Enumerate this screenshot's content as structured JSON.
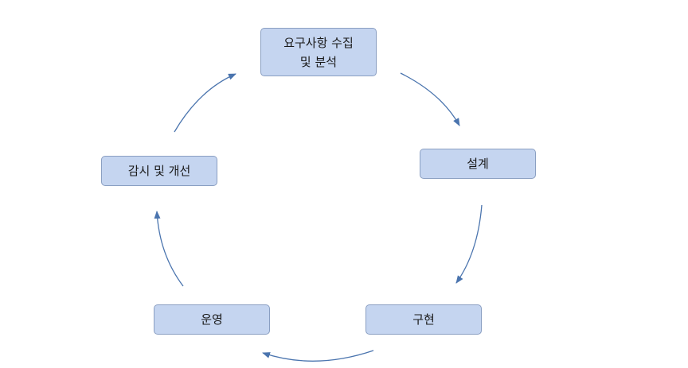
{
  "diagram": {
    "type": "cycle",
    "colors": {
      "node_fill": "#c5d5f0",
      "node_border": "#8a9fc2",
      "arrow": "#4a74ae",
      "text": "#1a1a1a"
    },
    "nodes": [
      {
        "id": "requirements",
        "lines": [
          "요구사항 수집",
          "및 분석"
        ]
      },
      {
        "id": "design",
        "lines": [
          "설계"
        ]
      },
      {
        "id": "implement",
        "lines": [
          "구현"
        ]
      },
      {
        "id": "operate",
        "lines": [
          "운영"
        ]
      },
      {
        "id": "monitor",
        "lines": [
          "감시 및 개선"
        ]
      }
    ],
    "edges": [
      {
        "from": "requirements",
        "to": "design"
      },
      {
        "from": "design",
        "to": "implement"
      },
      {
        "from": "implement",
        "to": "operate"
      },
      {
        "from": "operate",
        "to": "monitor"
      },
      {
        "from": "monitor",
        "to": "requirements"
      }
    ]
  }
}
